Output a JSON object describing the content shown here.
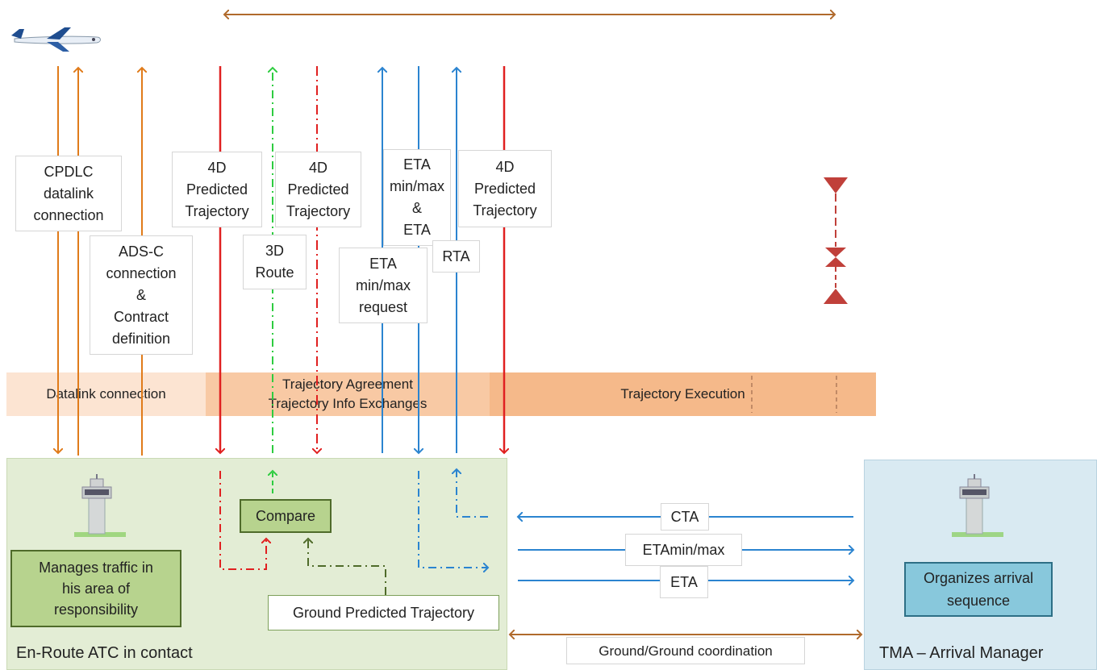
{
  "colors": {
    "orange": "#e07b1a",
    "red": "#e02020",
    "green_dashdot": "#2ecc40",
    "blue": "#2b84d0",
    "olive": "#4f6b2a",
    "brown": "#b06a2c",
    "enroute_bg": "#e3edd5",
    "tma_bg": "#d9eaf2"
  },
  "icons": {
    "aircraft": "airplane-icon",
    "enroute_tower": "control-tower-icon",
    "tma_tower": "control-tower-icon"
  },
  "labels": {
    "cpdlc": "CPDLC\ndatalink\nconnection",
    "adsc": "ADS-C\nconnection\n&\nContract\ndefinition",
    "traj4d_1": "4D\nPredicted\nTrajectory",
    "traj4d_2": "4D\nPredicted\nTrajectory",
    "route3d": "3D\nRoute",
    "eta_minmax_eta": "ETA\nmin/max\n&\nETA",
    "eta_minmax_req": "ETA\nmin/max\nrequest",
    "rta": "RTA",
    "traj4d_3": "4D\nPredicted\nTrajectory"
  },
  "phases": {
    "datalink": "Datalink connection",
    "agreement": "Trajectory Agreement\nTrajectory Info Exchanges",
    "execution": "Trajectory Execution"
  },
  "enroute": {
    "title": "En-Route ATC in contact",
    "compare": "Compare",
    "manages": "Manages traffic in\nhis area of\nresponsibility",
    "ground_traj": "Ground Predicted Trajectory"
  },
  "messages": {
    "cta": "CTA",
    "eta_minmax": "ETAmin/max",
    "eta": "ETA",
    "ground_coord": "Ground/Ground coordination"
  },
  "tma": {
    "title": "TMA – Arrival Manager",
    "organizes": "Organizes arrival\nsequence"
  }
}
